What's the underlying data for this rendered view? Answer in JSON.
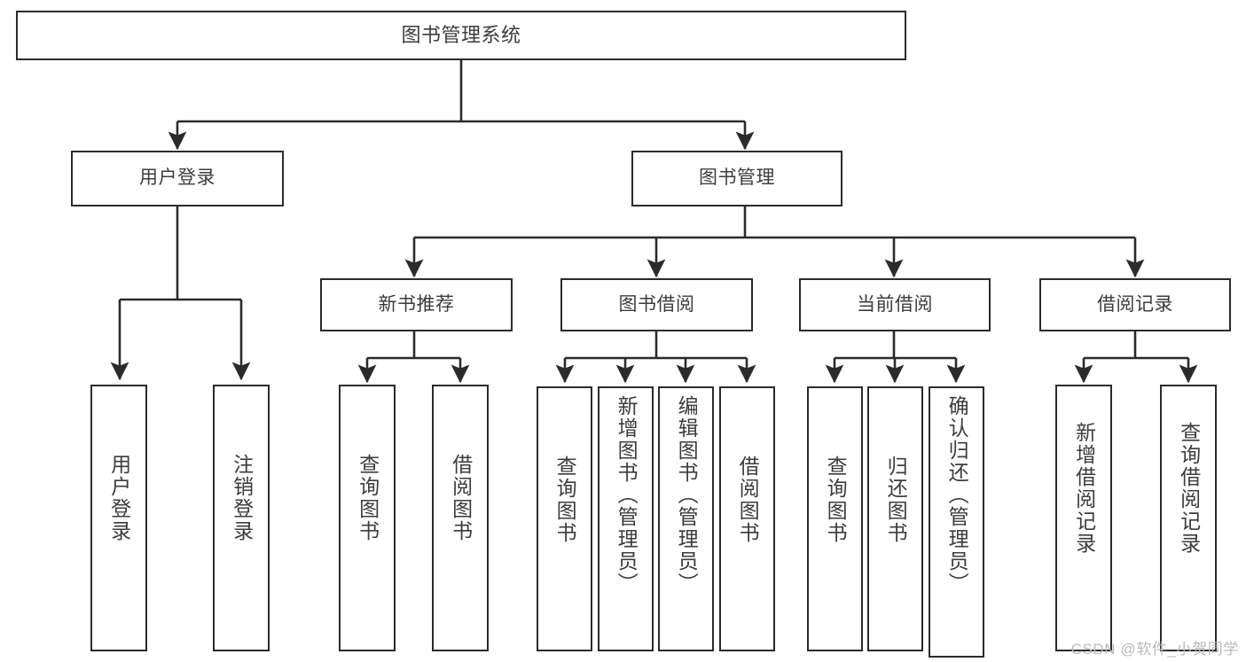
{
  "diagram": {
    "title": "图书管理系统",
    "type": "tree-hierarchy-chart",
    "stroke_color": "#2b2b2b",
    "text_color": "#3c3c3c",
    "background": "#ffffff",
    "watermark": "CSDN @软件_小贺同学"
  },
  "nodes": {
    "root": {
      "label": "图书管理系统"
    },
    "level2": [
      {
        "id": "user-login",
        "label": "用户登录"
      },
      {
        "id": "book-manage",
        "label": "图书管理"
      }
    ],
    "level3": [
      {
        "id": "new-book-recommend",
        "label": "新书推荐"
      },
      {
        "id": "book-borrow",
        "label": "图书借阅"
      },
      {
        "id": "current-borrow",
        "label": "当前借阅"
      },
      {
        "id": "borrow-record",
        "label": "借阅记录"
      }
    ],
    "leaves": {
      "user_login": [
        {
          "id": "leaf-user-login",
          "label": "用户登录"
        },
        {
          "id": "leaf-logout-login",
          "label": "注销登录"
        }
      ],
      "new_book_recommend": [
        {
          "id": "leaf-query-book-1",
          "label": "查询图书"
        },
        {
          "id": "leaf-borrow-book-1",
          "label": "借阅图书"
        }
      ],
      "book_borrow": [
        {
          "id": "leaf-query-book-2",
          "label": "查询图书"
        },
        {
          "id": "leaf-add-book",
          "label": "新增图书（管理员）"
        },
        {
          "id": "leaf-edit-book",
          "label": "编辑图书（管理员）"
        },
        {
          "id": "leaf-borrow-book-2",
          "label": "借阅图书"
        }
      ],
      "current_borrow": [
        {
          "id": "leaf-query-book-3",
          "label": "查询图书"
        },
        {
          "id": "leaf-return-book",
          "label": "归还图书"
        },
        {
          "id": "leaf-confirm-return",
          "label": "确认归还（管理员）"
        }
      ],
      "borrow_record": [
        {
          "id": "leaf-add-record",
          "label": "新增借阅记录"
        },
        {
          "id": "leaf-query-record",
          "label": "查询借阅记录"
        }
      ]
    }
  }
}
